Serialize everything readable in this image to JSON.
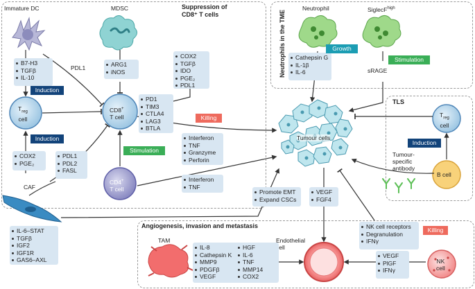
{
  "regions": {
    "suppression_title_1": "Suppression of",
    "suppression_title_2": "CD8⁺ T cells",
    "neutrophils_title": "Neutrophils in the TME",
    "tls_title": "TLS",
    "angio_title": "Angiogenesis, invasion and metastasis"
  },
  "cells": {
    "immature_dc": "Immature DC",
    "mdsc": "MDSC",
    "treg_1": "T",
    "treg_2": "reg",
    "treg_3": "cell",
    "cd8_1": "CD8",
    "cd8_sup": "+",
    "cd8_2": "T cell",
    "cd4_1": "CD4",
    "cd4_sup": "+",
    "cd4_2": "T cell",
    "caf": "CAF",
    "neutrophil": "Neutrophil",
    "siglecf_1": "SiglecF",
    "siglecf_sup": "high",
    "tumour": "Tumour cells",
    "tls_treg_1": "T",
    "tls_treg_2": "reg",
    "tls_treg_3": "cell",
    "b_cell": "B cell",
    "tam": "TAM",
    "endothelial_1": "Endothelial",
    "endothelial_2": "cell",
    "nk_1": "NK",
    "nk_2": "cell"
  },
  "labels": {
    "pdl1": "PDL1",
    "srage": "sRAGE",
    "antibody_1": "Tumour-",
    "antibody_2": "specific",
    "antibody_3": "antibody"
  },
  "lists": {
    "dc": [
      "B7-H3",
      "TGFβ",
      "IL-10"
    ],
    "mdsc": [
      "ARG1",
      "iNOS"
    ],
    "tumour_supp": [
      "COX2",
      "TGFβ",
      "IDO",
      "PGE₂",
      "PDL1"
    ],
    "checkpoints": [
      "PD1",
      "TIM3",
      "CTLA4",
      "LAG3",
      "BTLA"
    ],
    "caf_treg": [
      "COX2",
      "PGE₂"
    ],
    "caf_cd8": [
      "PDL1",
      "PDL2",
      "FASL"
    ],
    "cd8_killing": [
      "Interferon",
      "TNF",
      "Granzyme",
      "Perforin"
    ],
    "cd4": [
      "Interferon",
      "TNF"
    ],
    "neutrophil": [
      "Cathepsin G",
      "IL-1β",
      "IL-6"
    ],
    "caf_tumour": [
      "Promote EMT",
      "Expand CSCs"
    ],
    "caf_pathways": [
      "IL-6–STAT",
      "TGFβ",
      "IGF2",
      "IGF1R",
      "GAS6–AXL"
    ],
    "tumour_endo": [
      "VEGF",
      "FGF4"
    ],
    "tam_a": [
      "IL-8",
      "Cathepsin K",
      "MMP9",
      "PDGFβ",
      "VEGF"
    ],
    "tam_b": [
      "HGF",
      "IL-6",
      "TNF",
      "MMP14",
      "COX2"
    ],
    "nk_receptors": [
      "NK cell receptors",
      "Degranulation",
      "IFNγ"
    ],
    "nk_endo": [
      "VEGF",
      "PlGF",
      "IFNγ"
    ]
  },
  "tags": {
    "induction_1": "Induction",
    "induction_2": "Induction",
    "induction_3": "Induction",
    "killing_1": "Killing",
    "killing_2": "Killing",
    "stimulation_1": "Stimulation",
    "stimulation_2": "Stimulation",
    "growth": "Growth"
  },
  "colors": {
    "tag_blue": "#12437a",
    "tag_green": "#3aae57",
    "tag_teal": "#1b9db3",
    "tag_red": "#ee6a5d",
    "box_fill": "#d8e6f2",
    "tumour_cell": "#bfe6ee",
    "endothelial": "#f26d6d",
    "neutrophil": "#9fd98a",
    "mdsc": "#8fd3d3",
    "tcell": "#c9e2f2",
    "caf": "#3a8bc2"
  }
}
